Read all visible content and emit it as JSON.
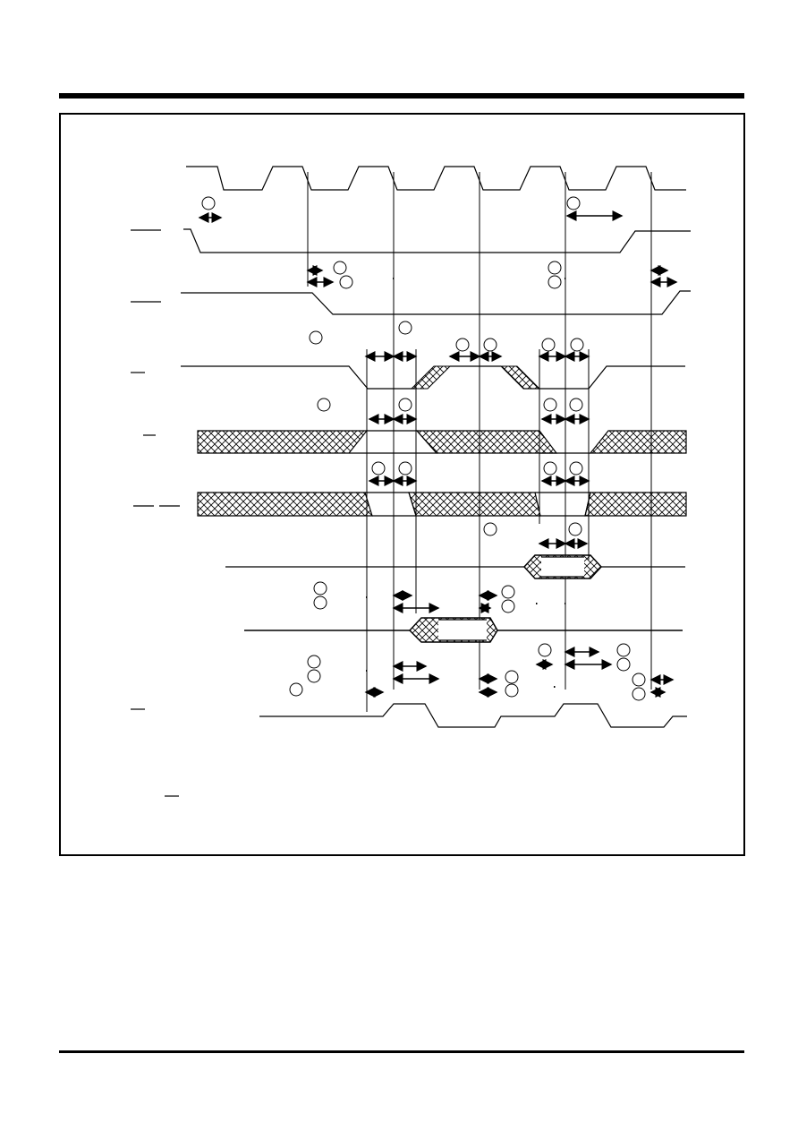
{
  "figure": {
    "title": "",
    "signals": [
      {
        "id": "clock",
        "label": ""
      },
      {
        "id": "cs",
        "label": ""
      },
      {
        "id": "we",
        "label": ""
      },
      {
        "id": "oe",
        "label": ""
      },
      {
        "id": "addr_a",
        "label": ""
      },
      {
        "id": "addr_b",
        "label": ""
      },
      {
        "id": "data_out",
        "label": ""
      },
      {
        "id": "data_in",
        "label": ""
      },
      {
        "id": "ready",
        "label": ""
      }
    ],
    "timing_markers": [],
    "footnote": ""
  },
  "colors": {
    "ink": "#000000",
    "background": "#ffffff"
  }
}
